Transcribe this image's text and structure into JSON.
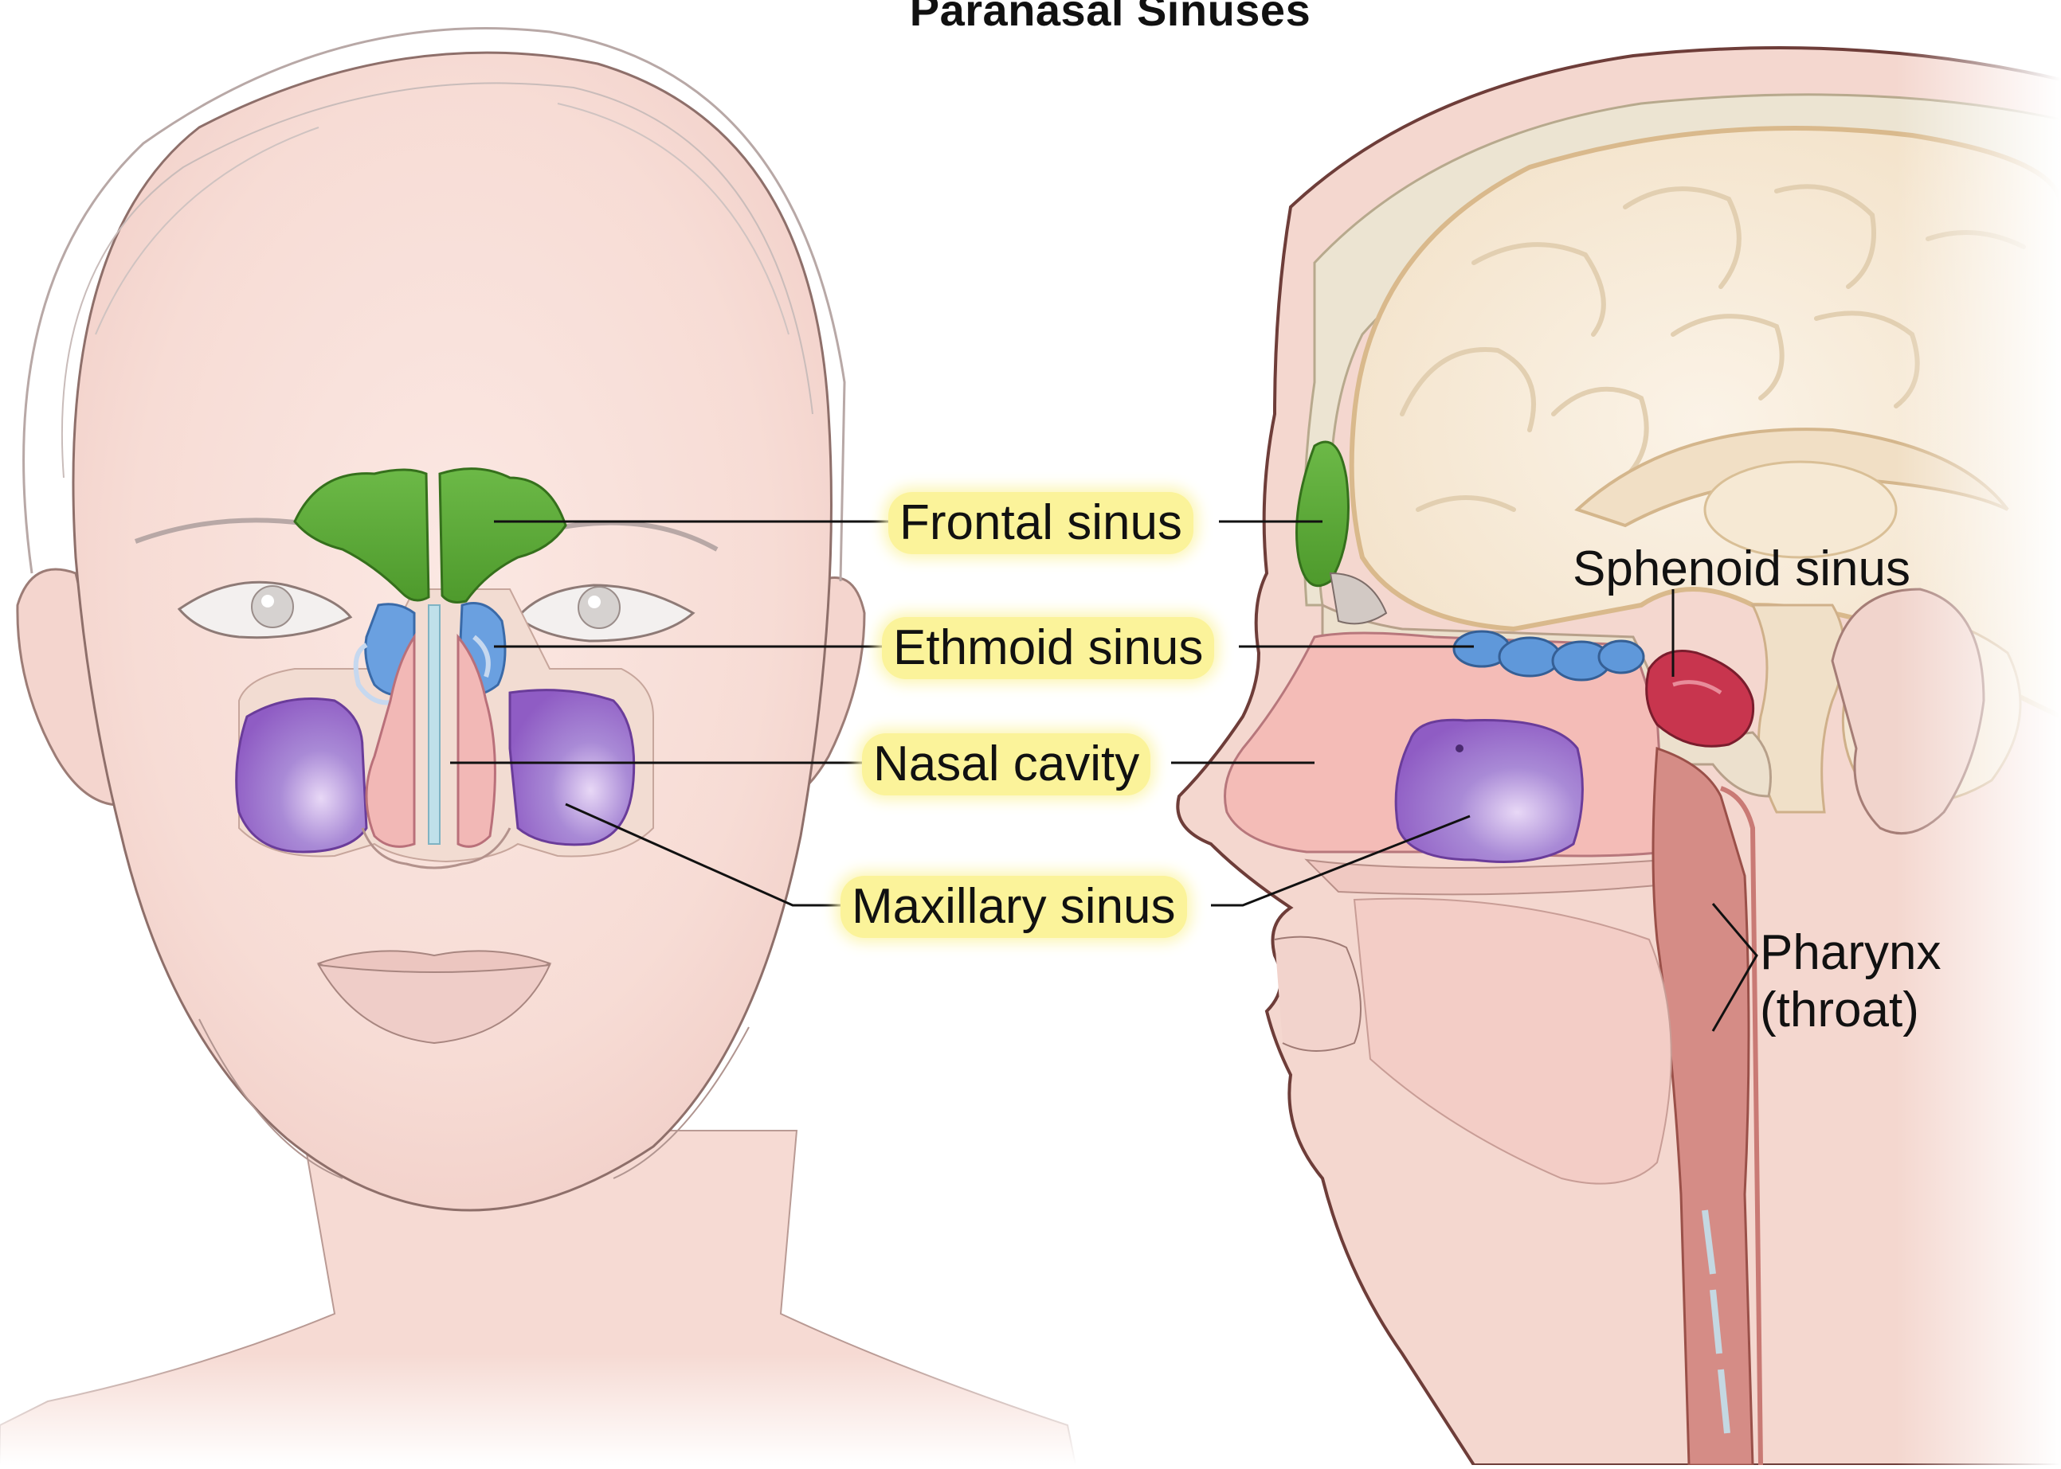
{
  "title": "Paranasal Sinuses",
  "labels": {
    "frontal": "Frontal sinus",
    "ethmoid": "Ethmoid sinus",
    "nasal": "Nasal cavity",
    "maxillary": "Maxillary sinus",
    "sphenoid": "Sphenoid sinus",
    "pharynx_line1": "Pharynx",
    "pharynx_line2": "(throat)"
  },
  "colors": {
    "frontal_sinus": "#5aa832",
    "ethmoid_sinus": "#5b95d6",
    "maxillary_sinus": "#9866c9",
    "sphenoid_sinus": "#c4304b",
    "skin": "#f6dcd6",
    "label_highlight": "#fbf39a"
  }
}
